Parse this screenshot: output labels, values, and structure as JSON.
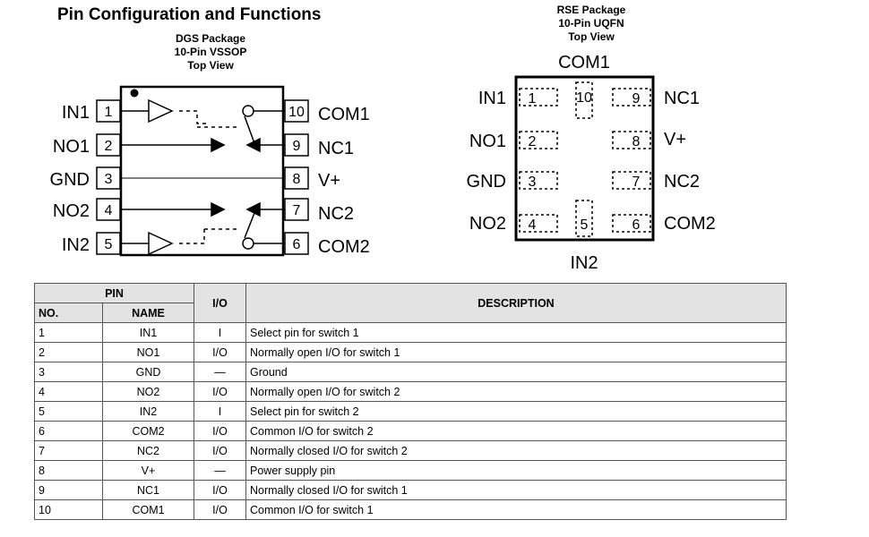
{
  "title": "Pin Configuration and Functions",
  "dgs": {
    "caption": [
      "DGS Package",
      "10-Pin VSSOP",
      "Top View"
    ],
    "left_pins": [
      {
        "num": "1",
        "name": "IN1"
      },
      {
        "num": "2",
        "name": "NO1"
      },
      {
        "num": "3",
        "name": "GND"
      },
      {
        "num": "4",
        "name": "NO2"
      },
      {
        "num": "5",
        "name": "IN2"
      }
    ],
    "right_pins": [
      {
        "num": "10",
        "name": "COM1"
      },
      {
        "num": "9",
        "name": "NC1"
      },
      {
        "num": "8",
        "name": "V+"
      },
      {
        "num": "7",
        "name": "NC2"
      },
      {
        "num": "6",
        "name": "COM2"
      }
    ]
  },
  "rse": {
    "caption": [
      "RSE Package",
      "10-Pin UQFN",
      "Top View"
    ],
    "top_label": "COM1",
    "bottom_label": "IN2",
    "left_pins": [
      {
        "num": "1",
        "name": "IN1"
      },
      {
        "num": "2",
        "name": "NO1"
      },
      {
        "num": "3",
        "name": "GND"
      },
      {
        "num": "4",
        "name": "NO2"
      }
    ],
    "right_pins": [
      {
        "num": "9",
        "name": "NC1"
      },
      {
        "num": "8",
        "name": "V+"
      },
      {
        "num": "7",
        "name": "NC2"
      },
      {
        "num": "6",
        "name": "COM2"
      }
    ],
    "top_pin": "10",
    "bottom_pin": "5"
  },
  "table": {
    "group_header": "PIN",
    "headers": {
      "no": "NO.",
      "name": "NAME",
      "io": "I/O",
      "desc": "DESCRIPTION"
    },
    "rows": [
      [
        "1",
        "IN1",
        "I",
        "Select pin for switch 1"
      ],
      [
        "2",
        "NO1",
        "I/O",
        "Normally open I/O for switch 1"
      ],
      [
        "3",
        "GND",
        "—",
        "Ground"
      ],
      [
        "4",
        "NO2",
        "I/O",
        "Normally open I/O for switch 2"
      ],
      [
        "5",
        "IN2",
        "I",
        "Select pin for switch 2"
      ],
      [
        "6",
        "COM2",
        "I/O",
        "Common I/O for switch 2"
      ],
      [
        "7",
        "NC2",
        "I/O",
        "Normally closed I/O for switch 2"
      ],
      [
        "8",
        "V+",
        "—",
        "Power supply pin"
      ],
      [
        "9",
        "NC1",
        "I/O",
        "Normally closed I/O for switch 1"
      ],
      [
        "10",
        "COM1",
        "I/O",
        "Common I/O for switch 1"
      ]
    ]
  }
}
